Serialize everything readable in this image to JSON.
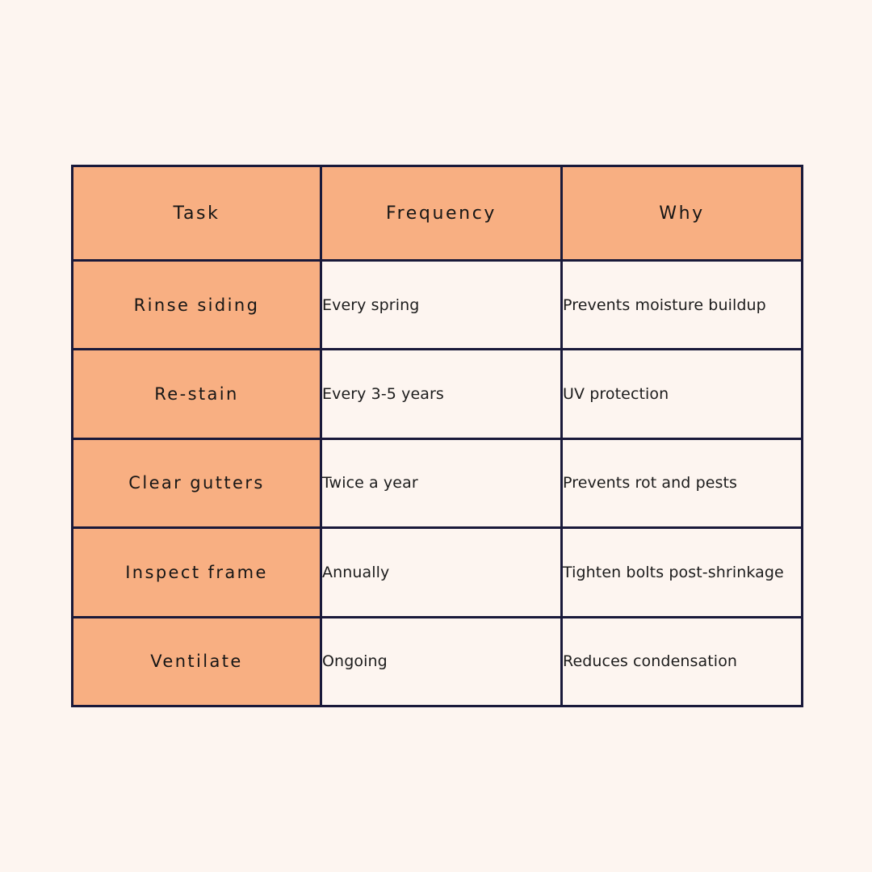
{
  "page": {
    "background_color": "#fdf5f0"
  },
  "table": {
    "border_color": "#19193a",
    "header_fill": "#f8af82",
    "first_column_fill": "#f8af82",
    "body_fill": "#fdf5f0",
    "text_color": "#161616",
    "columns": [
      "Task",
      "Frequency",
      "Why"
    ],
    "rows": [
      {
        "task": "Rinse siding",
        "frequency": "Every spring",
        "why": "Prevents moisture buildup"
      },
      {
        "task": "Re-stain",
        "frequency": "Every 3-5 years",
        "why": "UV protection"
      },
      {
        "task": "Clear gutters",
        "frequency": "Twice a year",
        "why": "Prevents rot and pests"
      },
      {
        "task": "Inspect frame",
        "frequency": "Annually",
        "why": "Tighten bolts post-shrinkage"
      },
      {
        "task": "Ventilate",
        "frequency": "Ongoing",
        "why": "Reduces condensation"
      }
    ]
  }
}
